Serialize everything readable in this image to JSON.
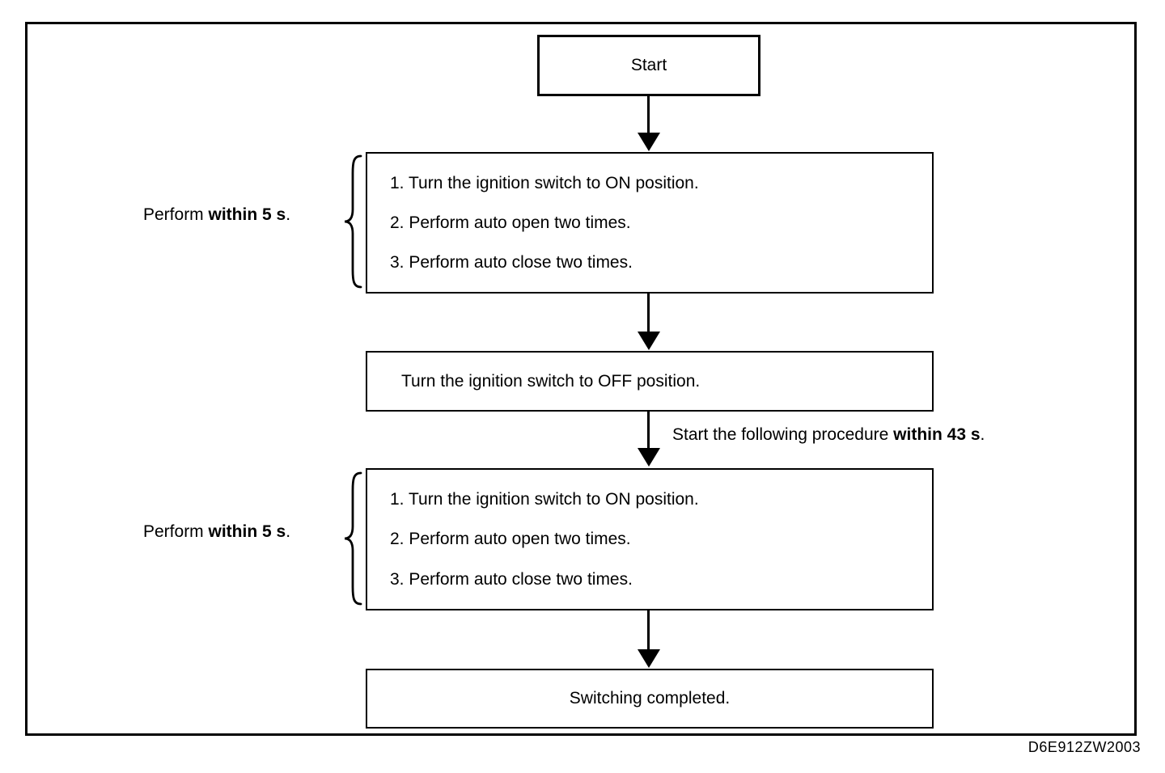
{
  "diagram": {
    "nodes": {
      "start": {
        "label": "Start"
      },
      "procedure_first": {
        "steps": [
          "1. Turn the ignition switch to ON position.",
          "2. Perform auto open two times.",
          "3. Perform auto close two times."
        ]
      },
      "ignition_off": {
        "label": "Turn the ignition switch to OFF position."
      },
      "procedure_second": {
        "steps": [
          "1. Turn the ignition switch to ON position.",
          "2. Perform auto open two times.",
          "3. Perform auto close two times."
        ]
      },
      "completed": {
        "label": "Switching completed."
      }
    },
    "annotations": {
      "perform_within_first": {
        "prefix": "Perform ",
        "bold": "within 5 s",
        "suffix": "."
      },
      "perform_within_second": {
        "prefix": "Perform ",
        "bold": "within 5 s",
        "suffix": "."
      },
      "arrow_note": {
        "prefix": "Start the following procedure ",
        "bold": "within 43 s",
        "suffix": "."
      }
    },
    "figure_code": "D6E912ZW2003",
    "colors": {
      "ink": "#000000",
      "background": "#ffffff"
    }
  }
}
